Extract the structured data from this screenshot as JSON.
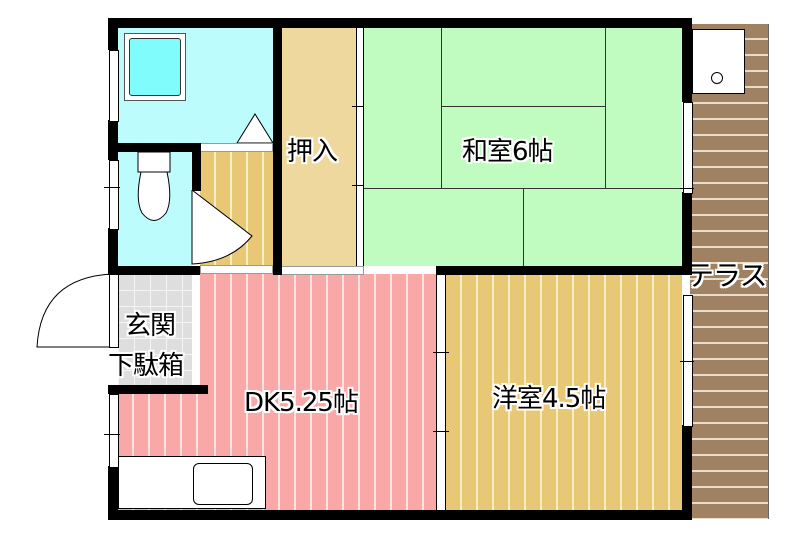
{
  "floor_plan": {
    "rooms": {
      "washitsu": {
        "label": "和室6帖",
        "color": "#c0fcc0"
      },
      "yoshitsu": {
        "label": "洋室4.5帖",
        "color": "#e8c874"
      },
      "dk": {
        "label": "DK5.25帖",
        "color": "#f9a8a8"
      },
      "oshiire": {
        "label": "押入",
        "color": "#efd89e"
      },
      "genkan": {
        "label": "玄関"
      },
      "getabako": {
        "label": "下駄箱"
      },
      "terrace": {
        "label": "テラス",
        "color": "#a08262"
      },
      "bath": {
        "color": "#bcfcfc",
        "tub_color": "#80fcfc"
      },
      "toilet": {
        "color": "#bcfcfc"
      }
    }
  }
}
